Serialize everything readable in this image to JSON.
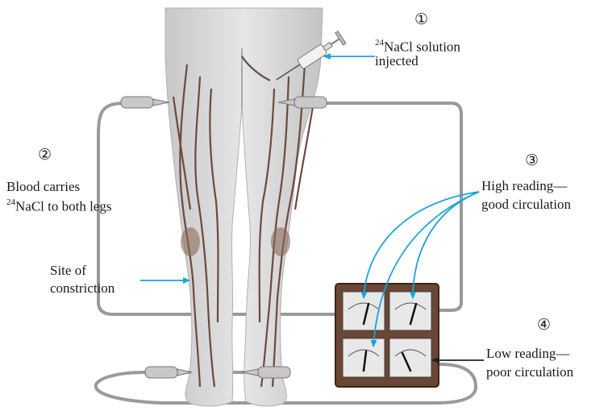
{
  "steps": [
    {
      "number": "①",
      "text_sup": "24",
      "text_line1": "NaCl solution",
      "text_line2": "injected"
    },
    {
      "number": "②",
      "text_line1": "Blood carries",
      "text_sup": "24",
      "text_line2": "NaCl to both legs"
    },
    {
      "number": "③",
      "text_line1": "High reading—",
      "text_line2": "good circulation"
    },
    {
      "number": "④",
      "text_line1": "Low reading—",
      "text_line2": "poor circulation"
    }
  ],
  "constriction": {
    "line1": "Site of",
    "line2": "constriction"
  },
  "colors": {
    "arrow": "#1aa3dc",
    "skin": "#dcdcdc",
    "vein": "#6d4a3c",
    "tube": "#9a9a9a",
    "box": "#5a3a2a"
  }
}
